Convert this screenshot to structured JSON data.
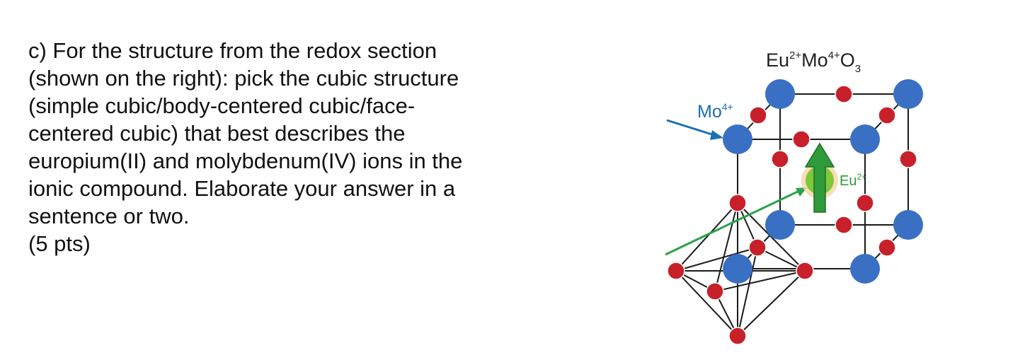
{
  "question": {
    "lines": [
      "c) For the structure from the redox section",
      "(shown on the right): pick the cubic structure",
      "(simple cubic/body-centered cubic/face-",
      "centered cubic) that best describes the",
      "europium(II) and molybdenum(IV) ions in the",
      "ionic compound. Elaborate your answer in a",
      "sentence or two.",
      "(5 pts)"
    ]
  },
  "figure": {
    "formula": {
      "eu": "Eu",
      "eu_charge": "2+",
      "mo": "Mo",
      "mo_charge": "4+",
      "o": "O",
      "o_sub": "3"
    },
    "mo_label": {
      "text": "Mo",
      "charge": "4+"
    },
    "eu_label": {
      "text": "Eu",
      "charge": "2+"
    },
    "colors": {
      "mo_blue": "#3a70c4",
      "oxygen_red": "#c8202a",
      "europium_green": "#2f9a3a",
      "mo_label_blue": "#1a6fb3",
      "eu_arrow_green": "#2aa24a"
    }
  }
}
